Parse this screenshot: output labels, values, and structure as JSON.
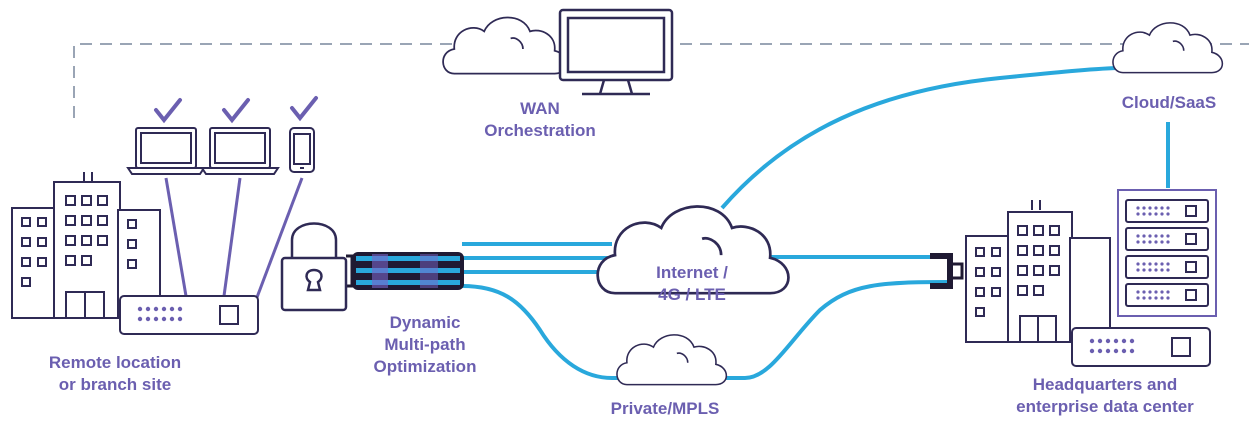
{
  "labels": {
    "wan_orchestration_line1": "WAN",
    "wan_orchestration_line2": "Orchestration",
    "cloud_saas": "Cloud/SaaS",
    "remote_line1": "Remote location",
    "remote_line2": "or branch site",
    "dmpo_line1": "Dynamic",
    "dmpo_line2": "Multi-path",
    "dmpo_line3": "Optimization",
    "internet_line1": "Internet /",
    "internet_line2": "4G / LTE",
    "private_mpls": "Private/MPLS",
    "hq_line1": "Headquarters and",
    "hq_line2": "enterprise data center"
  },
  "colors": {
    "outline": "#6b5fb0",
    "link_blue": "#29a8dc",
    "dashed_gray": "#9aa5b5",
    "tunnel_dark": "#1f1a33"
  },
  "icons": [
    "cloud-icon",
    "monitor-icon",
    "laptop-icon",
    "phone-icon",
    "checkmark-icon",
    "building-icon",
    "router-icon",
    "padlock-icon",
    "server-rack-icon"
  ]
}
